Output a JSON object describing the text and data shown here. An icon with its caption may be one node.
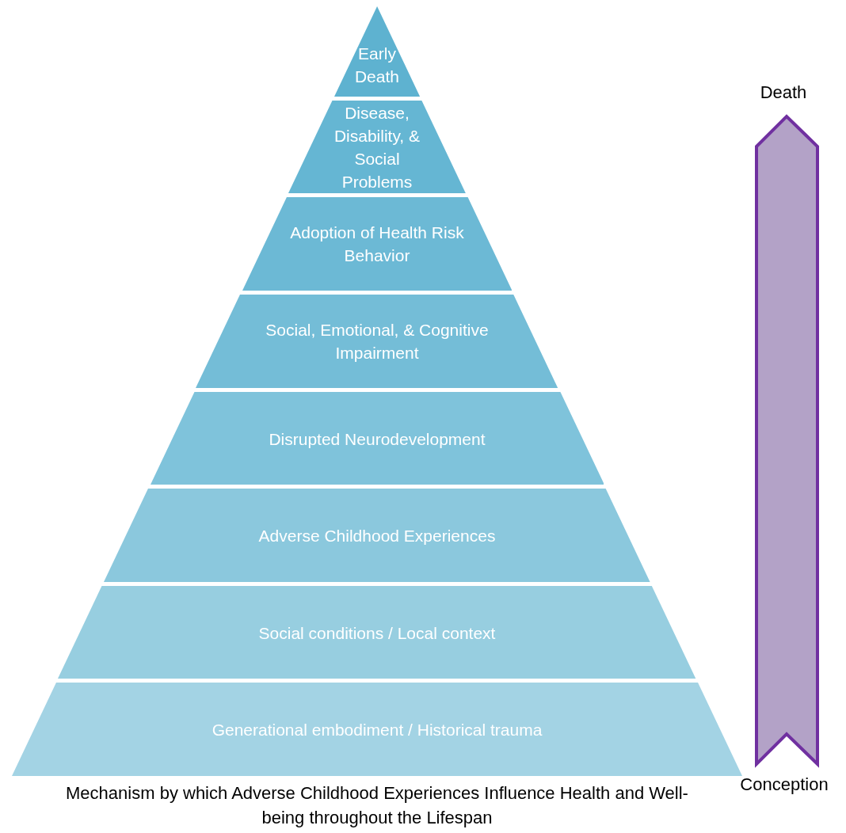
{
  "diagram": {
    "caption": "Mechanism by which Adverse Childhood Experiences Influence Health and Well-being throughout the Lifespan",
    "nodes": [
      {
        "text": [
          "Early Death"
        ]
      },
      {
        "text": [
          "Disease, Disability, & Social Problems"
        ]
      },
      {
        "text": [
          "Adoption of Health Risk Behavior"
        ]
      },
      {
        "text": [
          "Social, Emotional, & Cognitive Impairment"
        ]
      },
      {
        "text": [
          "Disrupted Neurodevelopment"
        ]
      },
      {
        "text": [
          "Adverse Childhood Experiences"
        ]
      },
      {
        "text": [
          "Social conditions / Local context"
        ]
      },
      {
        "text": [
          "Generational embodiment / Historical trauma"
        ]
      }
    ],
    "edges": [],
    "labels": [
      "Death",
      "Conception"
    ]
  }
}
